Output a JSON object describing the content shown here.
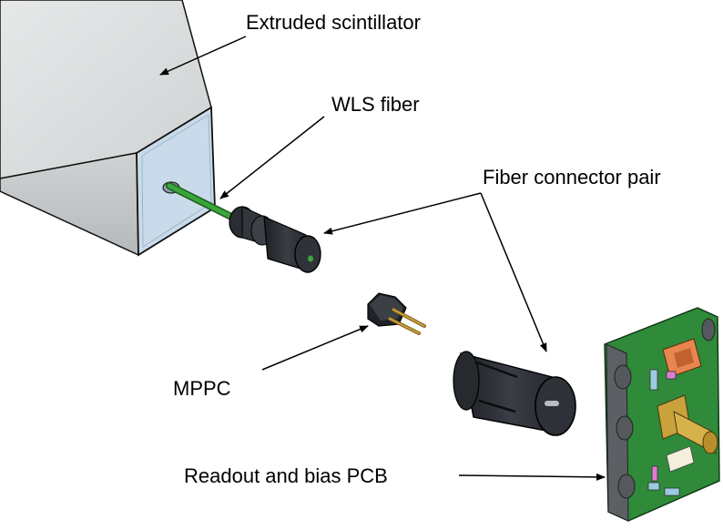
{
  "labels": {
    "scintillator": "Extruded scintillator",
    "wls_fiber": "WLS fiber",
    "connector_pair": "Fiber connector pair",
    "mppc": "MPPC",
    "pcb": "Readout and bias PCB"
  },
  "colors": {
    "scintillator_face": "#c9dbea",
    "scintillator_side": "#d8dbdc",
    "fiber": "#3aa53a",
    "connector": "#2a2d33",
    "pcb": "#2f8a3a",
    "smd_orange": "#e7864e",
    "smd_gold": "#c9a23c"
  }
}
